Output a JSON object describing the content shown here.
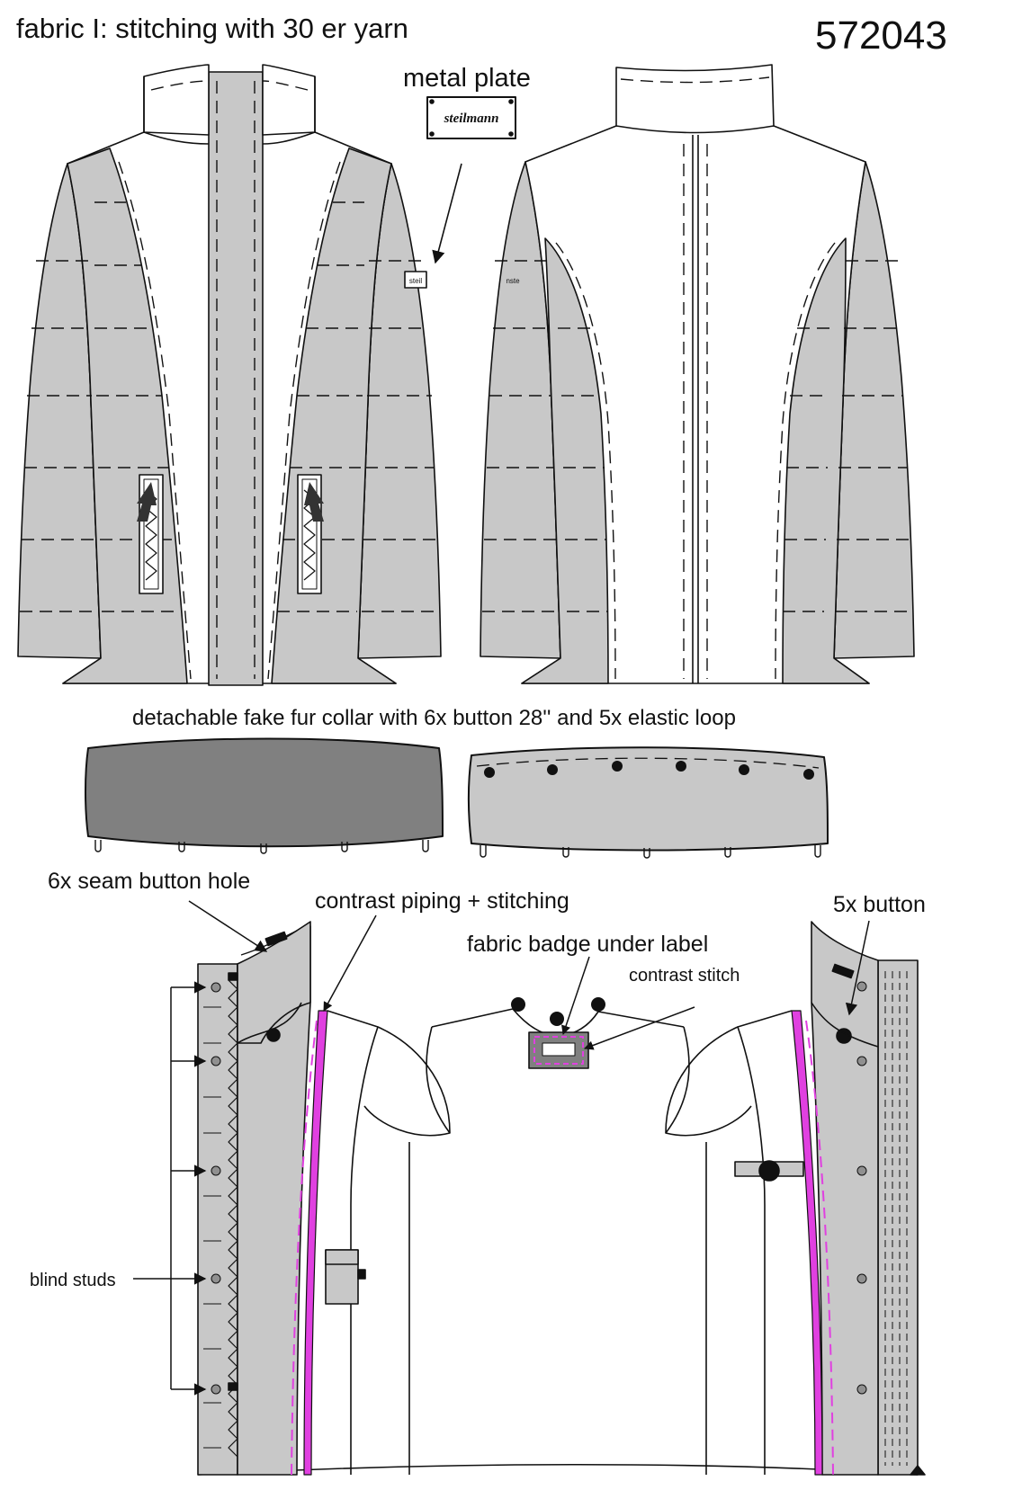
{
  "header": {
    "fabric_note": "fabric I: stitching with 30 er yarn",
    "article_number": "572043"
  },
  "labels": {
    "metal_plate": "metal plate",
    "brand_plate": "steilmann",
    "sleeve_tag_front": "steil",
    "sleeve_tag_back": "nste",
    "collar_note": "detachable fake fur collar with 6x button 28'' and 5x elastic loop",
    "seam_button_hole": "6x seam button hole",
    "contrast_piping": "contrast piping + stitching",
    "fabric_badge": "fabric badge under label",
    "contrast_stitch": "contrast stitch",
    "five_button": "5x button",
    "blind_studs": "blind studs"
  },
  "colors": {
    "sleeve_gray": "#c8c8c8",
    "fur_dark": "#808080",
    "piping_magenta": "#e040e0",
    "outline": "#111111"
  }
}
